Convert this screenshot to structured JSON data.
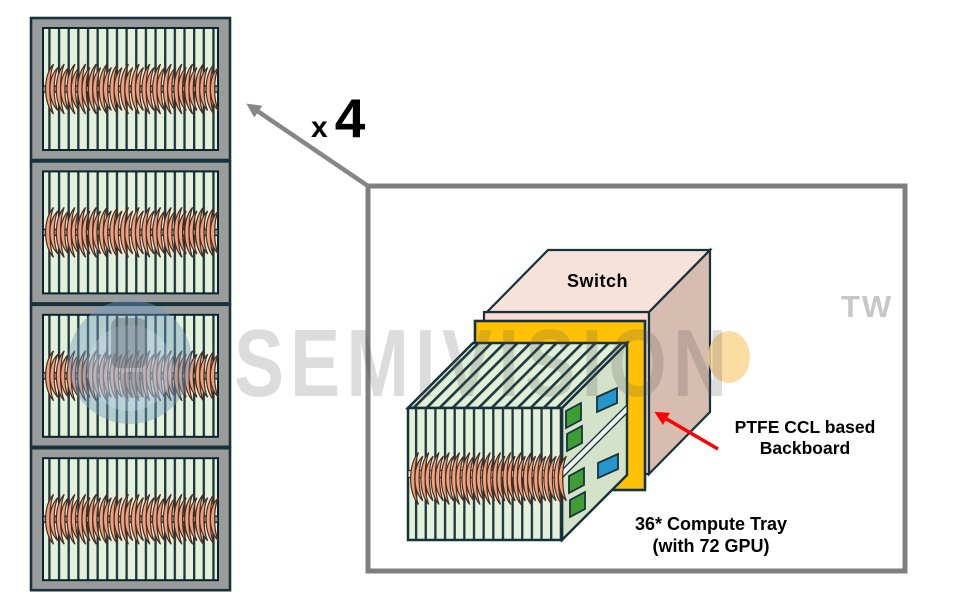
{
  "figure": {
    "multiplier": {
      "prefix": "x",
      "value": "4"
    },
    "detail_labels": {
      "switch": "Switch",
      "backboard_line1": "PTFE CCL based",
      "backboard_line2": "Backboard",
      "tray_line1": "36* Compute Tray",
      "tray_line2": "(with 72 GPU)"
    },
    "watermark": {
      "text": "SEMIVISION",
      "superscript": "TW"
    }
  },
  "racks": {
    "count": 4,
    "fins_per_unit": 18,
    "coils_per_unit": 16
  },
  "tray": {
    "fins": 16,
    "coils": 15
  },
  "colors": {
    "rack_frame": "#9a9c9b",
    "outline_dark": "#16323c",
    "fin_fill": "#e3f1da",
    "fin_line": "#1c3640",
    "coil_fill": "#efa27f",
    "coil_stroke": "#4a2d21",
    "switch_top": "#f7e2da",
    "switch_side": "#d7bcb0",
    "switch_front": "#fbdcd2",
    "backboard_yellow": "#ffc104",
    "tray_top": "#dff0d6",
    "tray_side": "#d3e2c9",
    "chip_green": "#3e9e35",
    "chip_blue": "#2396cc",
    "seam_light": "#f4f4ee",
    "box_border": "#7f7f7f",
    "arrow_grey": "#868686",
    "arrow_red": "#ff0000"
  }
}
